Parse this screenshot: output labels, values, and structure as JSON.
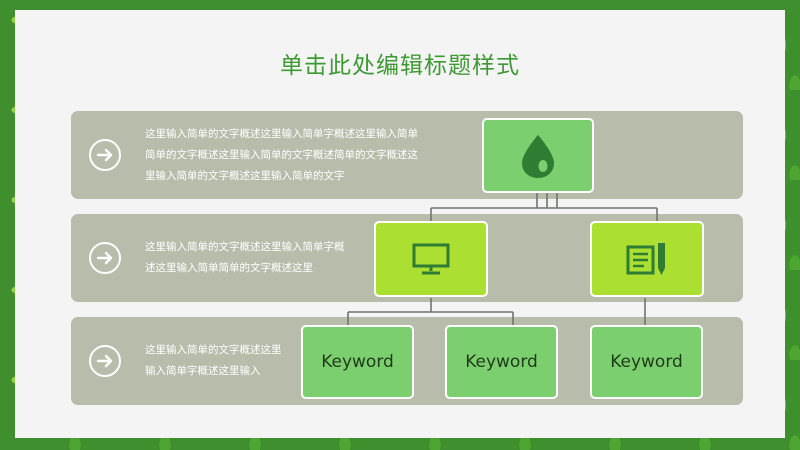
{
  "slide": {
    "title": "单击此处编辑标题样式"
  },
  "rows": [
    {
      "lines": [
        "这里输入简单的文字概述这里输入简单字概述这里输入简单",
        "简单的文字概述这里输入简单的文字概述简单的文字概述这",
        "里输入简单的文字概述这里输入简单的文字"
      ]
    },
    {
      "lines": [
        "这里输入简单的文字概述这里输入简单字概",
        "述这里输入简单简单的文字概述这里"
      ]
    },
    {
      "lines": [
        "这里输入简单的文字概述这里",
        "输入简单字概述这里输入"
      ]
    }
  ],
  "nodes": {
    "root_icon": "drop-icon",
    "mid_left_icon": "monitor-icon",
    "mid_right_icon": "document-pen-icon",
    "leaves": [
      "Keyword",
      "Keyword",
      "Keyword"
    ]
  },
  "colors": {
    "title": "#3f9a35",
    "band": "#b7bdaa",
    "node_green": "#7bcf6f",
    "node_lime": "#abe032",
    "icon_dark": "#2f7d32",
    "connector": "#707570"
  }
}
